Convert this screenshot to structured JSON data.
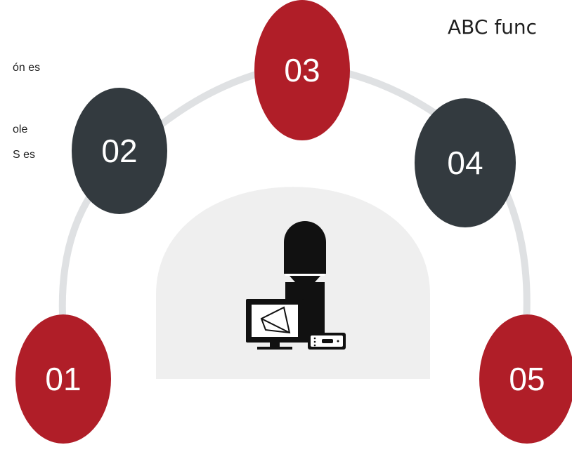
{
  "heading": "ABC func",
  "text_fragments": [
    "ón es",
    "ole",
    "S es"
  ],
  "colors": {
    "red": "#b01e28",
    "dark": "#333a3f",
    "arc": "#dfe1e3",
    "dome": "#efefef",
    "icon": "#111111",
    "number": "#ffffff"
  },
  "nodes": [
    {
      "label": "01",
      "color": "red"
    },
    {
      "label": "02",
      "color": "dark"
    },
    {
      "label": "03",
      "color": "red"
    },
    {
      "label": "04",
      "color": "dark"
    },
    {
      "label": "05",
      "color": "red"
    }
  ],
  "center_icon": "weather-radar-workstation-icon"
}
